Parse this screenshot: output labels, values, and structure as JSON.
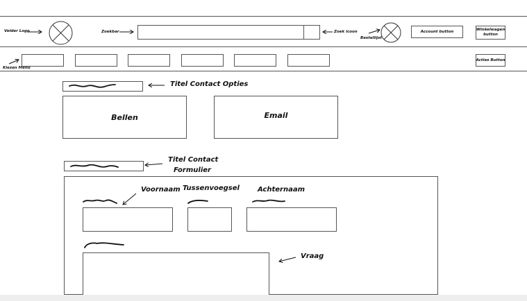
{
  "header": {
    "logo_label": "Velder Logo",
    "search_label": "Zoekbar",
    "search_icon_label": "Zoek icoon",
    "orders_label": "Bestellijst",
    "account_button": "Account button",
    "cart_button": "Winkelwagen button"
  },
  "nav": {
    "menu_label": "Kiezen Menu",
    "items": [
      "",
      "",
      "",
      "",
      "",
      ""
    ],
    "actions_button": "Acties Button"
  },
  "contact_options": {
    "title_note": "Titel Contact Opties",
    "call": "Bellen",
    "email": "Email"
  },
  "contact_form": {
    "title_note_line1": "Titel Contact",
    "title_note_line2": "Formulier",
    "first_name": "Voornaam",
    "infix": "Tussenvoegsel",
    "last_name": "Achternaam",
    "question": "Vraag"
  }
}
